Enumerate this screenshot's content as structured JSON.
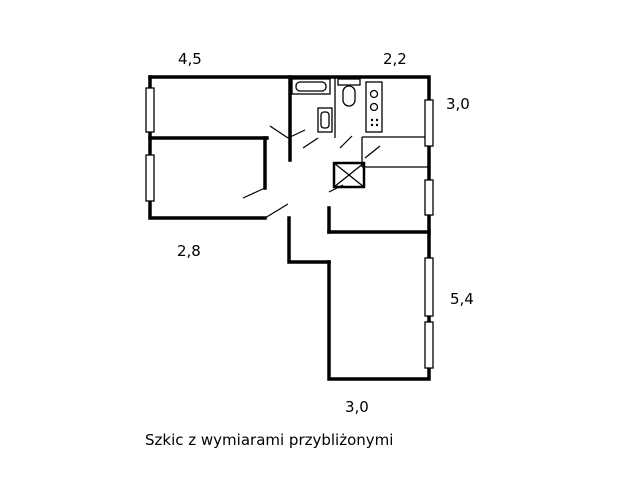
{
  "dimensions": {
    "top_left_width": "4,5",
    "top_right_width": "2,2",
    "right_upper_depth": "3,0",
    "left_lower_width": "2,8",
    "right_lower_depth": "5,4",
    "bottom_width": "3,0"
  },
  "caption": "Szkic z wymiarami przybliżonymi"
}
